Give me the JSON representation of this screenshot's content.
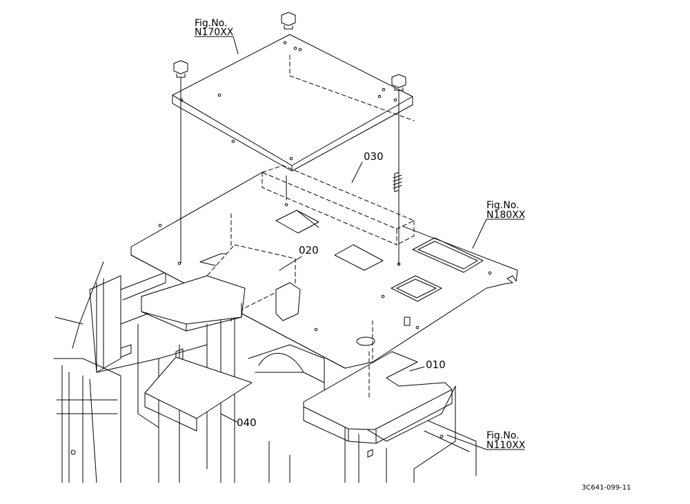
{
  "callouts": {
    "fig_top": {
      "line1": "Fig.No.",
      "line2": "N170XX"
    },
    "fig_right": {
      "line1": "Fig.No.",
      "line2": "N180XX"
    },
    "fig_bottom": {
      "line1": "Fig.No.",
      "line2": "N110XX"
    }
  },
  "parts": {
    "p010": "010",
    "p020": "020",
    "p030": "030",
    "p040": "040"
  },
  "drawing_code": "3C641-099-11",
  "colors": {
    "line": "#000000",
    "fill": "#ffffff",
    "shade": "#e6e6e6"
  }
}
